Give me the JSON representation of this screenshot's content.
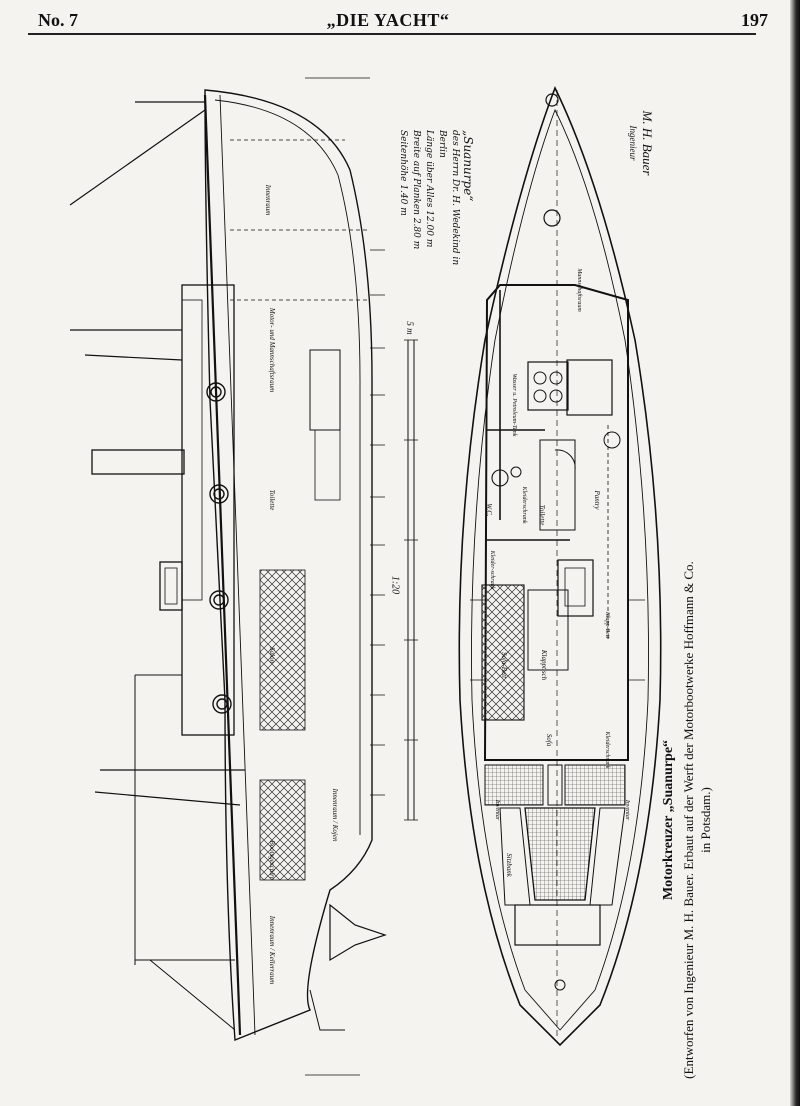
{
  "header": {
    "issue": "No. 7",
    "journal": "„DIE YACHT“",
    "page": "197"
  },
  "caption": {
    "title": "Motorkreuzer „Suanurpe“",
    "credit": "(Entworfen von Ingenieur M. H. Bauer. Erbaut auf der Werft der Motorbootwerke Hoffmann & Co. in Potsdam.)"
  },
  "inscription": {
    "name": "„Suanurpe“",
    "owner": "des Herrn Dr. H. Wedekind in Berlin",
    "specs": [
      {
        "label": "Länge über Alles",
        "value": "12.00 m"
      },
      {
        "label": "Breite auf Planken",
        "value": "2.80 m"
      },
      {
        "label": "Seitenhöhe",
        "value": "1.40 m"
      }
    ],
    "scale": "1:20",
    "scale_unit": "5 m",
    "signature": "M. H. Bauer",
    "signature_title": "Ingenieur"
  },
  "side_labels": [
    "Innenraum",
    "Motor- und Mannschaftsraum",
    "Toilette",
    "Salon",
    "Innenraum / Kojen",
    "Bootsgeschirr",
    "Innenraum / Kellerraum"
  ],
  "plan_labels": [
    "Mannschaftsraum",
    "Wasser u. Petroleum-Tank",
    "W.C.",
    "Kleiderschrank",
    "Toilette",
    "Pantry",
    "Kleider-schrank",
    "Sofa-Bett",
    "Klapptisch",
    "Klapp-Bett",
    "Kleiderschrank",
    "Sofa",
    "Sitzbank",
    "Inventar",
    "Inventar"
  ],
  "colors": {
    "paper": "#f4f3ef",
    "ink": "#111111",
    "frame": "#101010"
  }
}
